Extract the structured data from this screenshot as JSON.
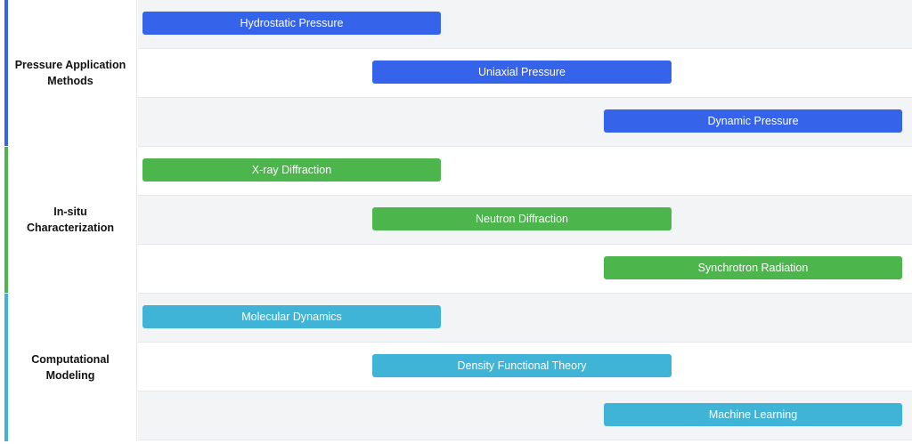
{
  "groups": [
    {
      "label": "Pressure Application Methods",
      "color": "#3563e9",
      "rows": [
        {
          "label": "Hydrostatic Pressure",
          "slot": 0
        },
        {
          "label": "Uniaxial Pressure",
          "slot": 1
        },
        {
          "label": "Dynamic Pressure",
          "slot": 2
        }
      ]
    },
    {
      "label": "In-situ Characterization",
      "color": "#4cb54c",
      "rows": [
        {
          "label": "X-ray Diffraction",
          "slot": 0
        },
        {
          "label": "Neutron Diffraction",
          "slot": 1
        },
        {
          "label": "Synchrotron Radiation",
          "slot": 2
        }
      ]
    },
    {
      "label": "Computational Modeling",
      "color": "#3fb4d6",
      "rows": [
        {
          "label": "Molecular Dynamics",
          "slot": 0
        },
        {
          "label": "Density Functional Theory",
          "slot": 1
        },
        {
          "label": "Machine Learning",
          "slot": 2
        }
      ]
    }
  ]
}
